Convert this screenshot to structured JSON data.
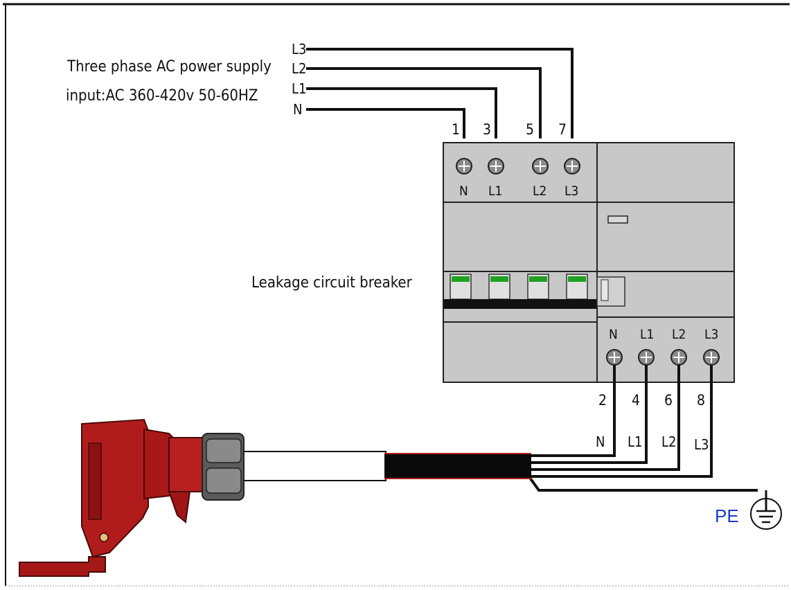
{
  "supply": {
    "title": "Three phase AC power supply",
    "input": "input:AC 360-420v 50-60HZ"
  },
  "input_wires": [
    {
      "label": "L3",
      "number": "7",
      "terminal": "L3"
    },
    {
      "label": "L2",
      "number": "5",
      "terminal": "L2"
    },
    {
      "label": "L1",
      "number": "3",
      "terminal": "L1"
    },
    {
      "label": "N",
      "number": "1",
      "terminal": "N"
    }
  ],
  "breaker": {
    "label": "Leakage circuit breaker",
    "output_terminals": [
      {
        "terminal": "N",
        "number": "2",
        "wire_label": "N"
      },
      {
        "terminal": "L1",
        "number": "4",
        "wire_label": "L1"
      },
      {
        "terminal": "L2",
        "number": "6",
        "wire_label": "L2"
      },
      {
        "terminal": "L3",
        "number": "8",
        "wire_label": "L3"
      }
    ]
  },
  "ground": {
    "label": "PE"
  },
  "colors": {
    "plug": "#b01c1c",
    "plug_dark": "#7a1010",
    "breaker": "#c8c8c8",
    "switch_green": "#20a020",
    "ground_label": "#1a3ad0"
  },
  "icons": [
    "screw-terminal-icon",
    "ground-symbol-icon",
    "industrial-plug-icon"
  ]
}
